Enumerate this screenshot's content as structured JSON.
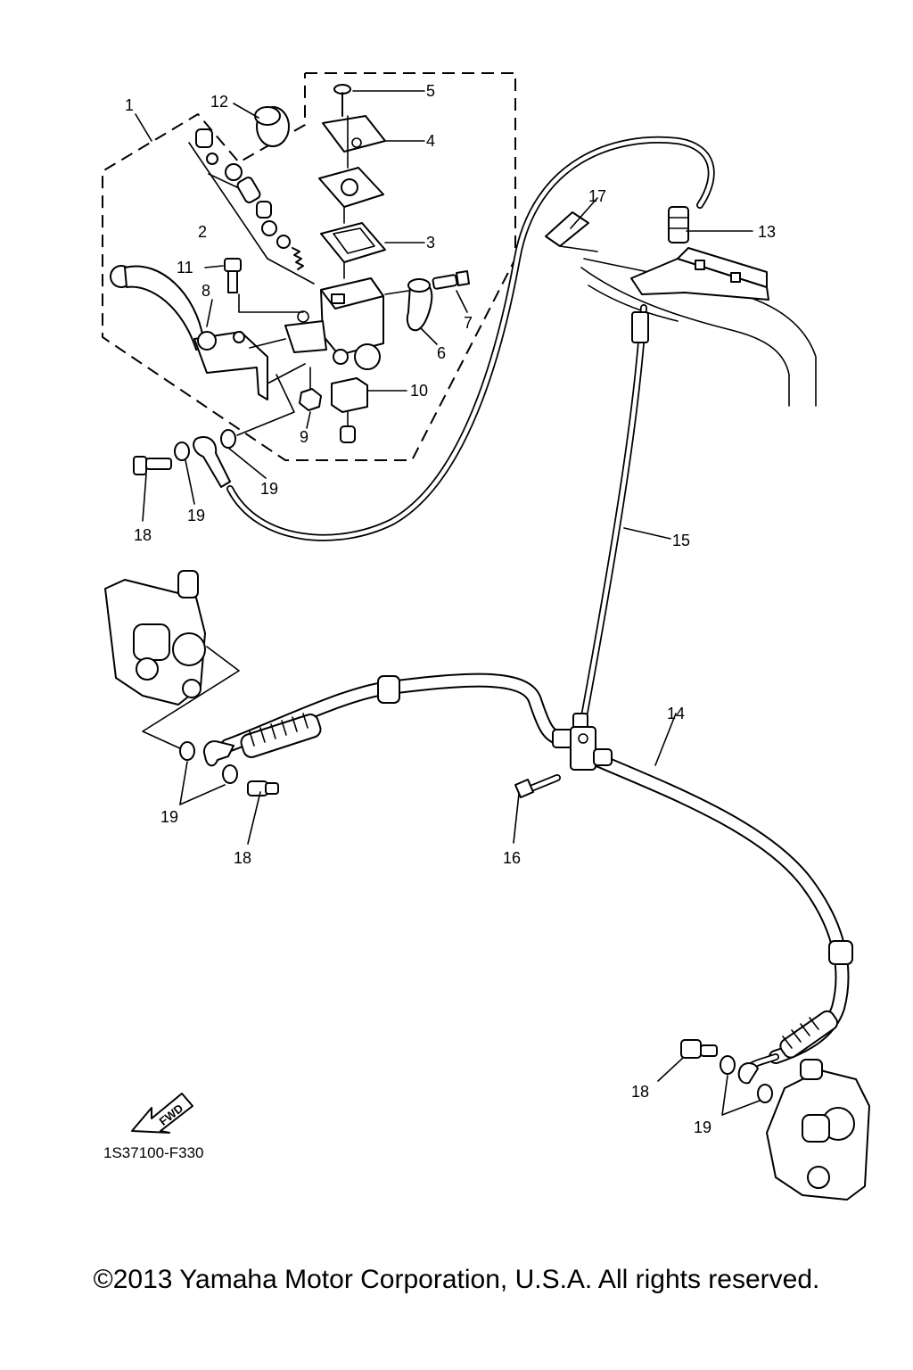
{
  "diagram": {
    "part_numbers": [
      "1",
      "2",
      "3",
      "4",
      "5",
      "6",
      "7",
      "8",
      "9",
      "10",
      "11",
      "12",
      "13",
      "14",
      "15",
      "16",
      "17",
      "18",
      "19"
    ],
    "ref_code": "1S37100-F330",
    "fwd_label": "FWD",
    "callouts": {
      "c1": "1",
      "c2": "2",
      "c3": "3",
      "c4": "4",
      "c5": "5",
      "c6": "6",
      "c7": "7",
      "c8": "8",
      "c9": "9",
      "c10": "10",
      "c11": "11",
      "c12": "12",
      "c13": "13",
      "c14": "14",
      "c15": "15",
      "c16": "16",
      "c17": "17",
      "c18a": "18",
      "c18b": "18",
      "c18c": "18",
      "c19a": "19",
      "c19b": "19",
      "c19c": "19",
      "c19d": "19"
    }
  },
  "footer": {
    "copyright": "©2013 Yamaha Motor Corporation, U.S.A. All rights reserved."
  }
}
